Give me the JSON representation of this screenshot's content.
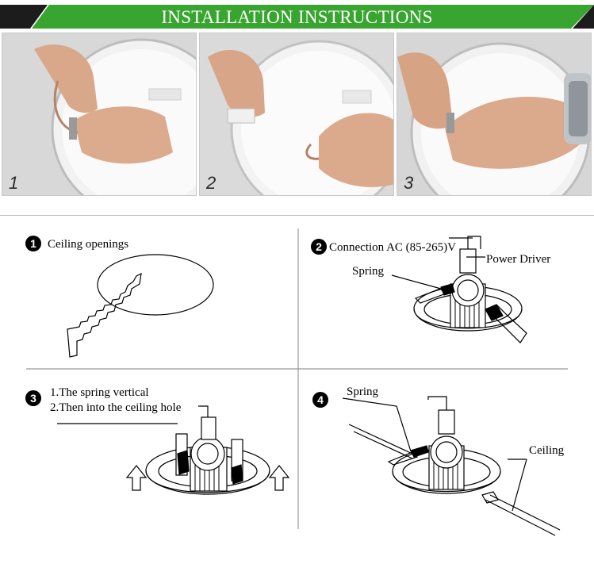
{
  "banner": {
    "title": "INSTALLATION INSTRUCTIONS",
    "colors": {
      "green": "#37a52f",
      "dark": "#1c1c1c"
    }
  },
  "photos": [
    {
      "number": "1"
    },
    {
      "number": "2"
    },
    {
      "number": "3"
    }
  ],
  "steps": [
    {
      "badge": "1",
      "label": "Ceiling openings"
    },
    {
      "badge": "2",
      "label": "Connection AC (85-265)V",
      "power_driver": "Power Driver",
      "spring": "Spring"
    },
    {
      "badge": "3",
      "line1": "1.The spring vertical",
      "line2": "2.Then into the ceiling hole"
    },
    {
      "badge": "4",
      "spring": "Spring",
      "ceiling": "Ceiling"
    }
  ]
}
